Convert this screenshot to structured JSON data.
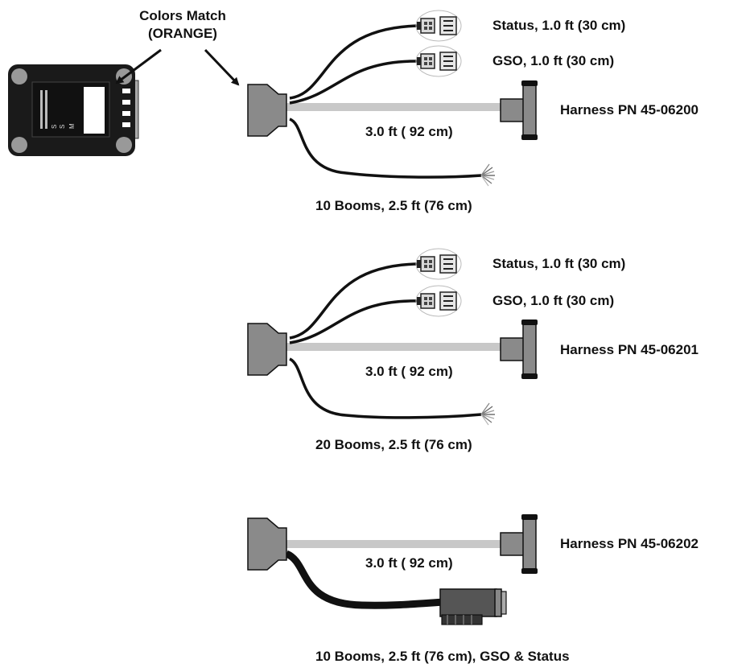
{
  "callout": {
    "line1": "Colors Match",
    "line2": "(ORANGE)"
  },
  "colors": {
    "ink": "#111111",
    "cable_gray": "#c8c8c8",
    "connector_gray": "#8a8a8a",
    "module_black": "#1a1a1a"
  },
  "harnesses": [
    {
      "part_number": "Harness PN 45-06200",
      "status_label": "Status, 1.0  ft (30 cm)",
      "gso_label": "GSO, 1.0 ft (30 cm)",
      "main_cable_label": "3.0 ft ( 92 cm)",
      "booms_label": "10 Booms, 2.5 ft  (76 cm)"
    },
    {
      "part_number": "Harness PN 45-06201",
      "status_label": "Status, 1.0  ft (30 cm)",
      "gso_label": "GSO, 1.0 ft (30 cm)",
      "main_cable_label": "3.0 ft ( 92 cm)",
      "booms_label": "20 Booms, 2.5 ft  (76 cm)"
    },
    {
      "part_number": "Harness PN 45-06202",
      "main_cable_label": "3.0 ft ( 92 cm)",
      "booms_label": "10 Booms, 2.5 ft  (76 cm), GSO & Status"
    }
  ]
}
